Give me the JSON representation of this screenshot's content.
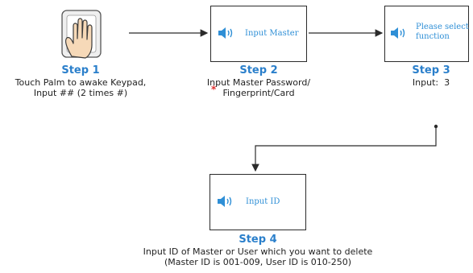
{
  "steps": [
    {
      "title": "Step 1",
      "caption_line1": "Touch Palm to awake Keypad,",
      "caption_line2": "Input ## (2 times #)"
    },
    {
      "title": "Step 2",
      "screen_text": "Input Master",
      "caption_line1": "Input Master Password/",
      "required_mark": "*",
      "caption_line2": "Fingerprint/Card"
    },
    {
      "title": "Step 3",
      "screen_text_line1": "Please select",
      "screen_text_line2": "function",
      "caption_line1": "Input:  3"
    },
    {
      "title": "Step 4",
      "screen_text": "Input ID",
      "caption_line1": "Input ID of Master or User which you want to delete",
      "caption_line2": "(Master ID is 001-009, User ID is 010-250)"
    }
  ],
  "icons": {
    "speaker": "speaker-icon",
    "palm": "hand-palm-icon"
  },
  "colors": {
    "accent": "#2a7fcb",
    "speaker": "#2f8fd6",
    "required": "#e03131",
    "line": "#2b2b2b"
  }
}
